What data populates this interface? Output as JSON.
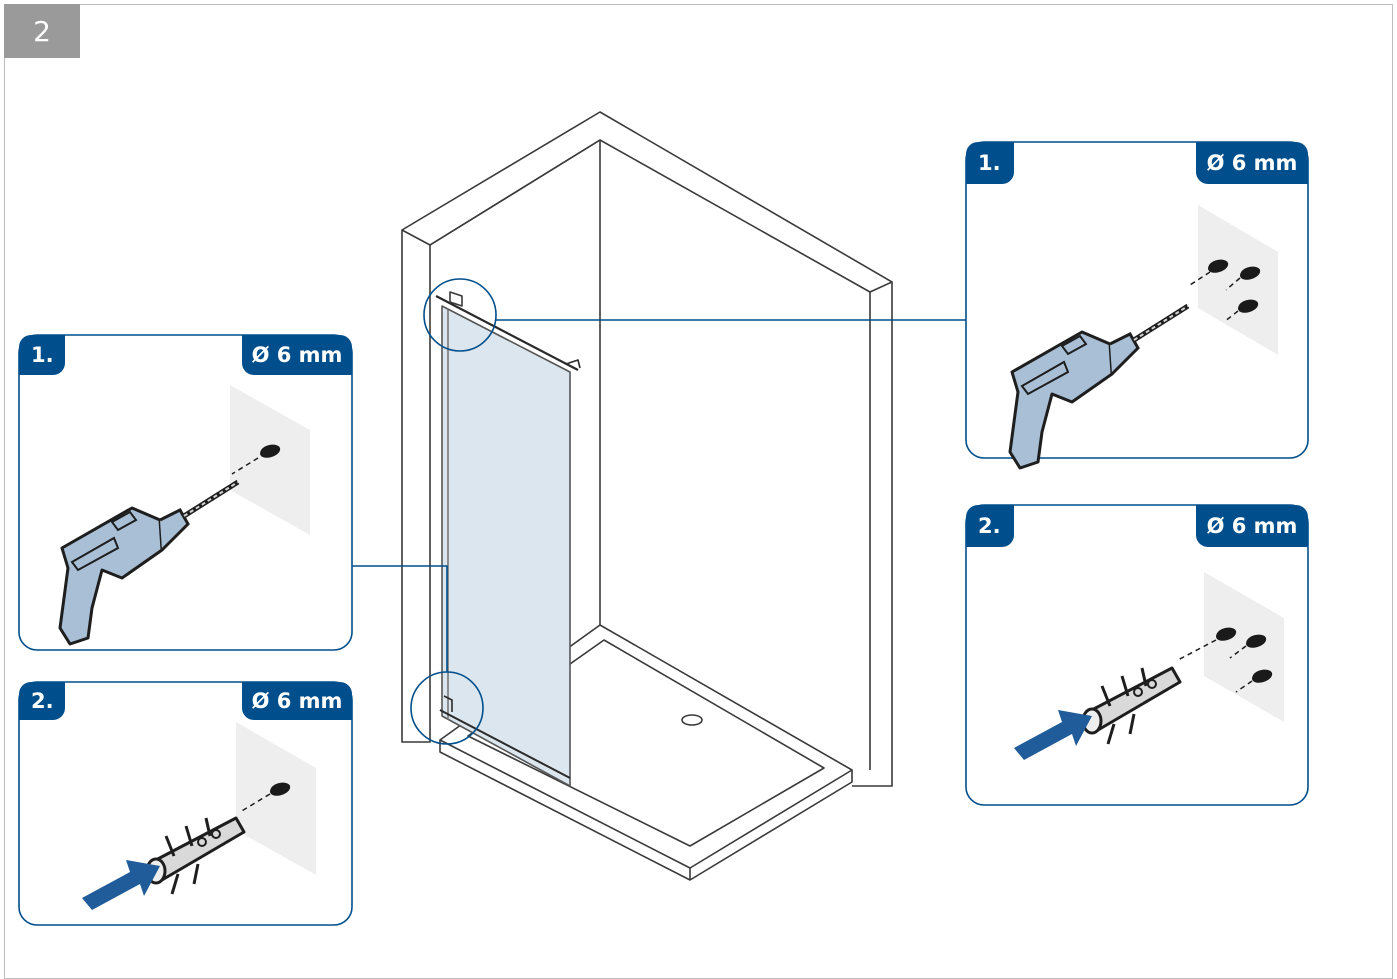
{
  "step_number": "2",
  "panels": {
    "left_drill": {
      "step": "1.",
      "diameter": "Ø 6 mm"
    },
    "left_plug": {
      "step": "2.",
      "diameter": "Ø 6 mm"
    },
    "right_drill": {
      "step": "1.",
      "diameter": "Ø 6 mm"
    },
    "right_plug": {
      "step": "2.",
      "diameter": "Ø 6 mm"
    }
  },
  "colors": {
    "accent": "#004f8c",
    "line": "#3a3a3a",
    "glass": "#dbe6ee",
    "drill_body": "#a9bfd6",
    "wall_patch": "#eeeeee"
  }
}
